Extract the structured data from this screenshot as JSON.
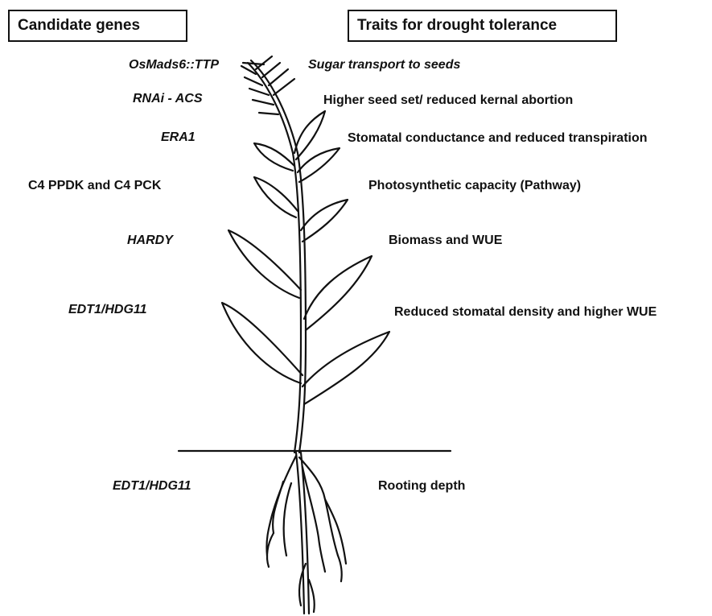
{
  "headers": {
    "left": "Candidate genes",
    "right": "Traits for drought tolerance"
  },
  "rows": [
    {
      "gene": "OsMads6::TTP",
      "trait": "Sugar transport to seeds"
    },
    {
      "gene": "RNAi - ACS",
      "trait": "Higher seed set/ reduced kernal abortion"
    },
    {
      "gene": "ERA1",
      "trait": "Stomatal conductance and reduced transpiration"
    },
    {
      "gene": "C4 PPDK and C4 PCK",
      "trait": "Photosynthetic capacity (Pathway)"
    },
    {
      "gene": "HARDY",
      "trait": "Biomass and WUE"
    },
    {
      "gene": "EDT1/HDG11",
      "trait": "Reduced stomatal density and higher WUE"
    },
    {
      "gene": "EDT1/HDG11",
      "trait": "Rooting depth"
    }
  ]
}
